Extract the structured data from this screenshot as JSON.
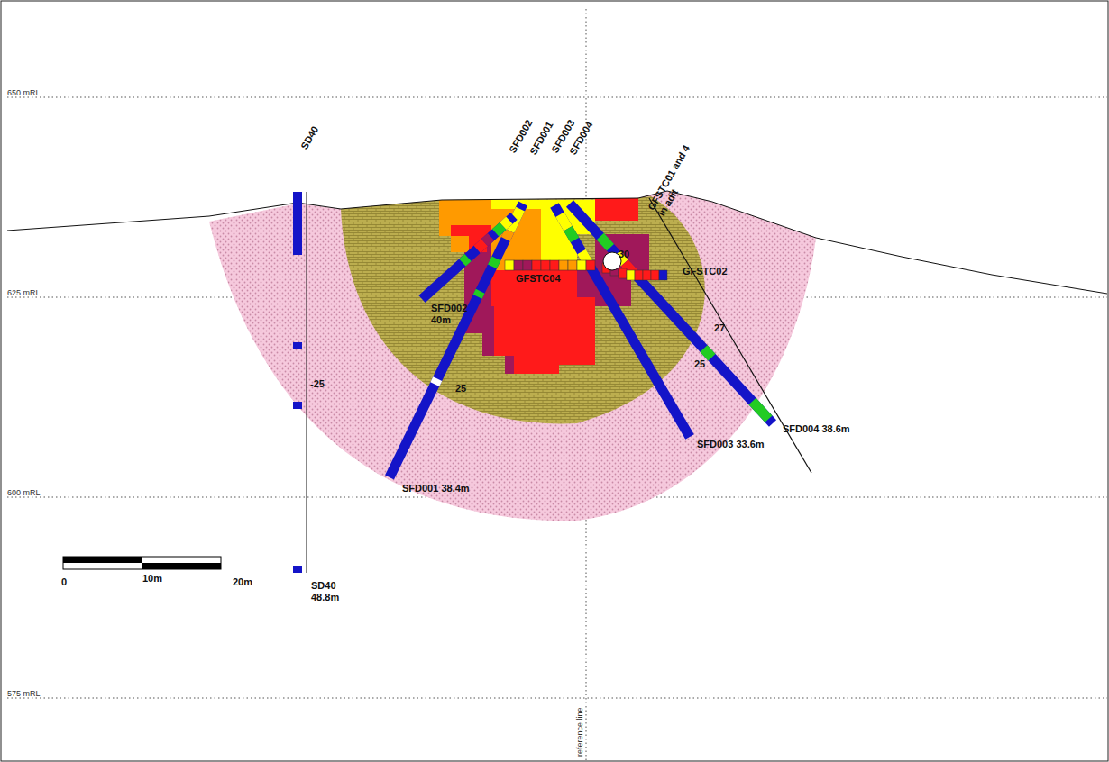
{
  "diagram": {
    "labels": [
      "650 mRL",
      "625 mRL",
      "600 mRL",
      "575 mRL",
      "SD40",
      "SFD002",
      "SFD001",
      "SFD003",
      "SFD004",
      "GFSTC01 and 4 in adit",
      "GFSTC02",
      "GFSTC04",
      "SFD002 40m",
      "SFD001 38.4m",
      "SFD003 33.6m",
      "SFD004 38.6m",
      "SD40 48.8m",
      "-25",
      "25",
      "25",
      "27",
      "30",
      "0",
      "10m",
      "20m",
      "reference line"
    ]
  }
}
